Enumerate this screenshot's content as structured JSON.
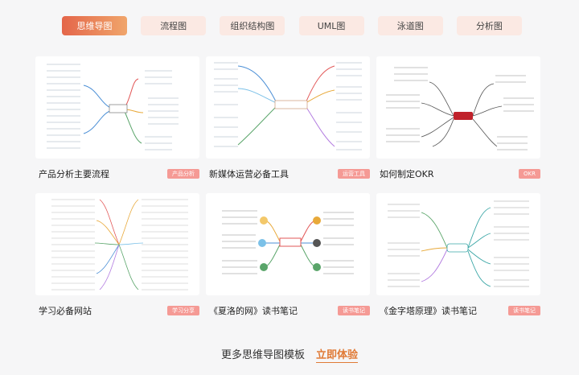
{
  "tabs": [
    {
      "label": "思维导图",
      "active": true
    },
    {
      "label": "流程图",
      "active": false
    },
    {
      "label": "组织结构图",
      "active": false
    },
    {
      "label": "UML图",
      "active": false
    },
    {
      "label": "泳道图",
      "active": false
    },
    {
      "label": "分析图",
      "active": false
    }
  ],
  "cards": [
    {
      "title": "产品分析主要流程",
      "tag": "产品分析"
    },
    {
      "title": "新媒体运营必备工具",
      "tag": "运营工具"
    },
    {
      "title": "如何制定OKR",
      "tag": "OKR"
    },
    {
      "title": "学习必备网站",
      "tag": "学习分享"
    },
    {
      "title": "《夏洛的网》读书笔记",
      "tag": "读书笔记"
    },
    {
      "title": "《金字塔原理》读书笔记",
      "tag": "读书笔记"
    }
  ],
  "footer": {
    "text": "更多思维导图模板",
    "link": "立即体验"
  },
  "colors": {
    "accent": "#e4664a",
    "tag_bg": "#f59a95",
    "link": "#e07a36"
  }
}
